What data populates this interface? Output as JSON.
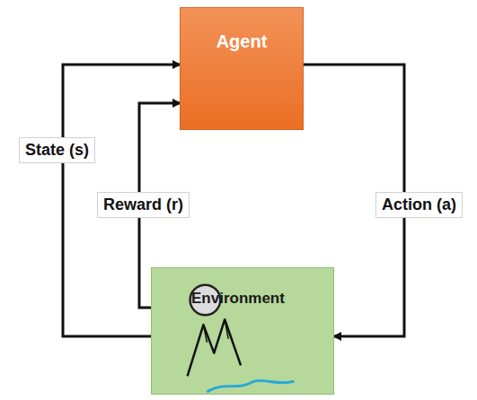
{
  "diagram": {
    "nodes": [
      {
        "text": [
          "Agent"
        ]
      },
      {
        "text": [
          "Environment"
        ]
      }
    ],
    "edges": [
      {
        "from": 0,
        "to": 1,
        "label": "Action (a)",
        "arrow": "to"
      },
      {
        "from": 1,
        "to": 0,
        "label": "State (s)",
        "arrow": "to"
      },
      {
        "from": 1,
        "to": 0,
        "label": "Reward (r)",
        "arrow": "to"
      }
    ]
  }
}
